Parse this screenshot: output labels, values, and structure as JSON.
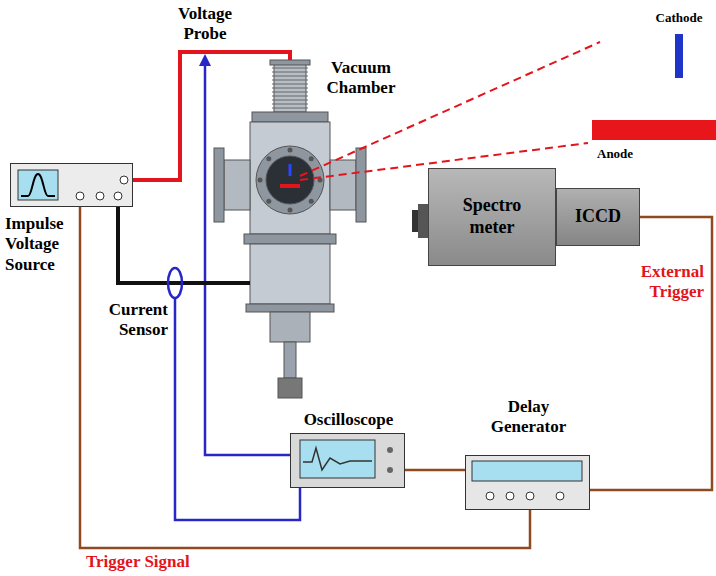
{
  "diagram": {
    "nodes": [
      {
        "text": [
          "Vacuum Chamber"
        ]
      },
      {
        "text": [
          "Cathode"
        ]
      },
      {
        "text": [
          "Anode"
        ]
      },
      {
        "text": [
          "Spectro meter"
        ]
      },
      {
        "text": [
          "ICCD"
        ]
      },
      {
        "text": [
          "Impulse Voltage Source"
        ]
      },
      {
        "text": [
          "Oscilloscope"
        ]
      },
      {
        "text": [
          "Delay Generator"
        ]
      }
    ],
    "edges": [
      {
        "from": 5,
        "to": 0,
        "arrow": "none"
      },
      {
        "from": 5,
        "to": 0,
        "arrow": "none"
      },
      {
        "from": 5,
        "to": 7,
        "label": "Trigger Signal",
        "arrow": "none"
      },
      {
        "from": 6,
        "to": 7,
        "arrow": "none"
      },
      {
        "from": 7,
        "to": 4,
        "label": "External Trigger",
        "arrow": "none"
      }
    ],
    "labels": [
      "Voltage Probe",
      "Current Sensor"
    ]
  }
}
